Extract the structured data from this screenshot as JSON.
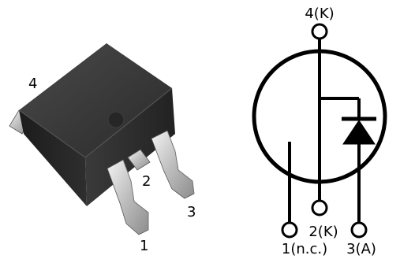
{
  "package_view": {
    "labels": {
      "tab": "4",
      "pin1": "1",
      "pin2": "2",
      "pin3": "3"
    }
  },
  "schematic": {
    "labels": {
      "top": "4(K)",
      "pin1": "1(n.c.)",
      "pin2": "2(K)",
      "pin3": "3(A)"
    }
  }
}
